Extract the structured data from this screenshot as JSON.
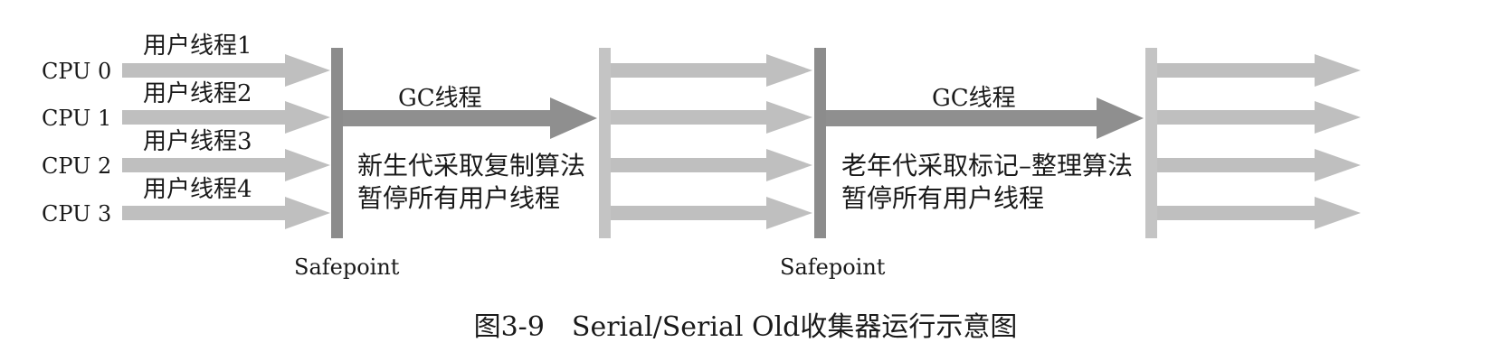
{
  "cpus": [
    "CPU 0",
    "CPU 1",
    "CPU 2",
    "CPU 3"
  ],
  "user_threads": [
    "用户线程1",
    "用户线程2",
    "用户线程3",
    "用户线程4"
  ],
  "phase1": {
    "gc_label": "GC线程",
    "desc_line1": "新生代采取复制算法",
    "desc_line2": "暂停所有用户线程",
    "safepoint": "Safepoint"
  },
  "phase2": {
    "gc_label": "GC线程",
    "desc_line1": "老年代采取标记–整理算法",
    "desc_line2": "暂停所有用户线程",
    "safepoint": "Safepoint"
  },
  "caption": "图3-9　Serial/Serial Old收集器运行示意图",
  "colors": {
    "user_arrow": "#bfbfbf",
    "barrier": "#8c8c8c",
    "barrier_light": "#c4c4c4",
    "gc_arrow": "#8f8f8f",
    "text": "#1a1a1a"
  }
}
